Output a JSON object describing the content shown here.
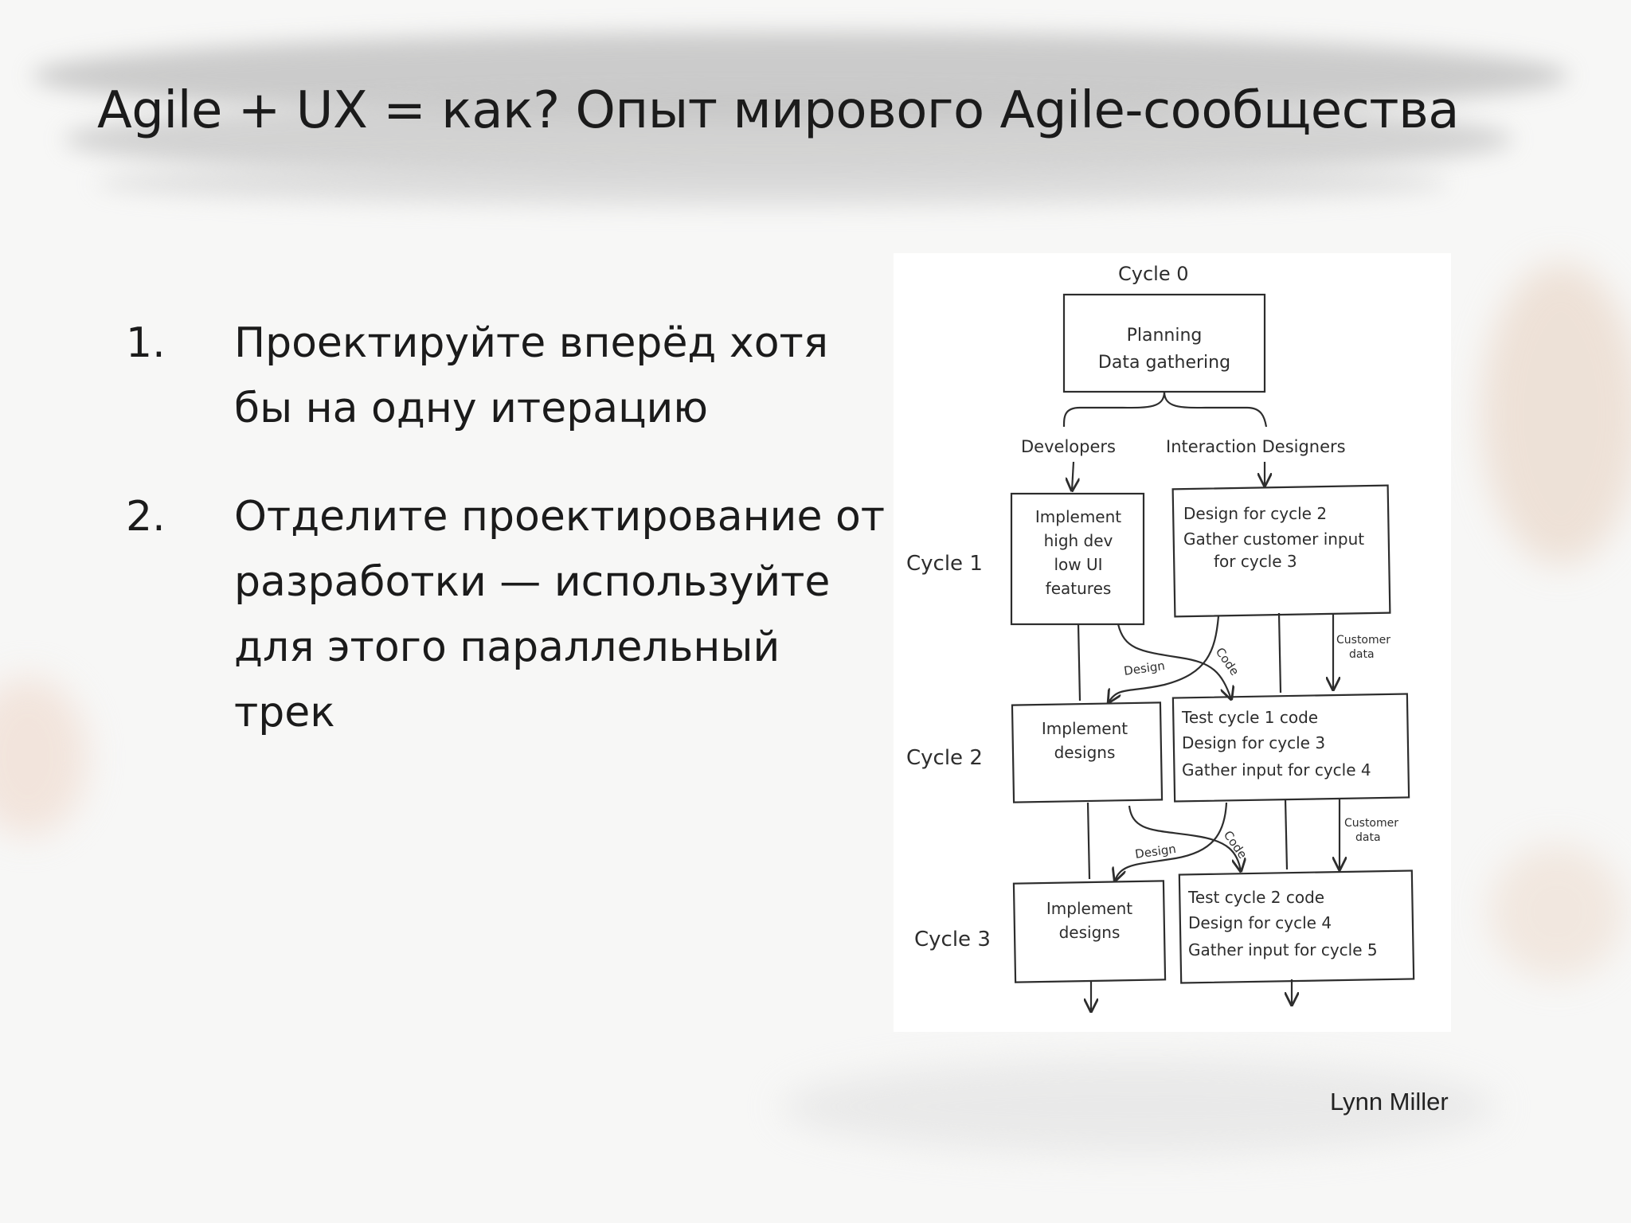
{
  "slide": {
    "title": "Agile + UX = как? Опыт мирового Agile-сообщества",
    "items": [
      {
        "number": "1.",
        "text": "Проектируйте вперёд хотя бы на одну итерацию"
      },
      {
        "number": "2.",
        "text": "Отделите проектирование от разработки — используйте для этого параллельный трек"
      }
    ],
    "credit": "Lynn Miller"
  },
  "diagram": {
    "cycle0_label": "Cycle 0",
    "cycle0_box": [
      "Planning",
      "Data gathering"
    ],
    "dev_label": "Developers",
    "ixd_label": "Interaction Designers",
    "cycle_labels": [
      "Cycle 1",
      "Cycle 2",
      "Cycle 3"
    ],
    "dev_boxes": [
      [
        "Implement",
        "high dev",
        "low UI",
        "features"
      ],
      [
        "Implement",
        "designs"
      ],
      [
        "Implement",
        "designs"
      ]
    ],
    "ixd_boxes": [
      [
        "Design for cycle 2",
        "Gather customer input",
        "for cycle 3"
      ],
      [
        "Test cycle 1 code",
        "Design for cycle 3",
        "Gather input for cycle 4"
      ],
      [
        "Test cycle 2 code",
        "Design for cycle 4",
        "Gather input for cycle 5"
      ]
    ],
    "design_label": "Design",
    "code_label": "Code",
    "customer_data_label": [
      "Customer",
      "data"
    ],
    "ink_color": "#2d2d2d"
  }
}
